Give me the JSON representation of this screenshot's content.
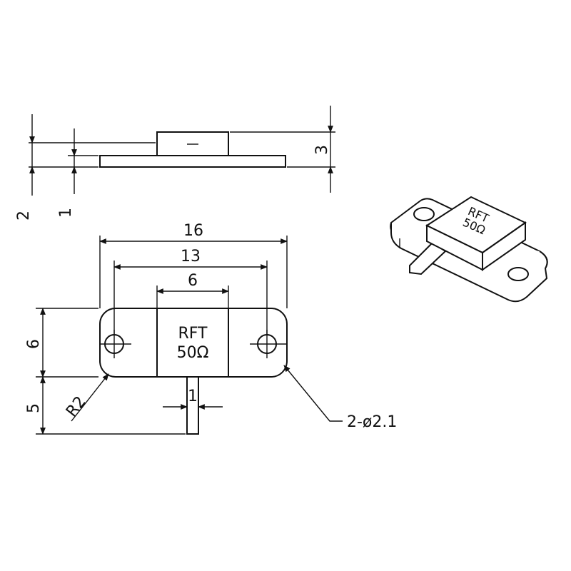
{
  "side_view": {
    "dim_total_height": "3",
    "dim_flange_height": "2",
    "dim_tab_thickness": "1"
  },
  "top_view": {
    "dim_overall_length": "16",
    "dim_hole_spacing": "13",
    "dim_body_width": "6",
    "dim_body_height": "6",
    "dim_tab_length": "5",
    "dim_tab_width": "1",
    "dim_corner_radius": "R2",
    "dim_holes": "2-ø2.1",
    "body_marking_line1": "RFT",
    "body_marking_line2": "50Ω"
  },
  "iso_view": {
    "marking_line1": "RFT",
    "marking_line2": "50Ω"
  }
}
